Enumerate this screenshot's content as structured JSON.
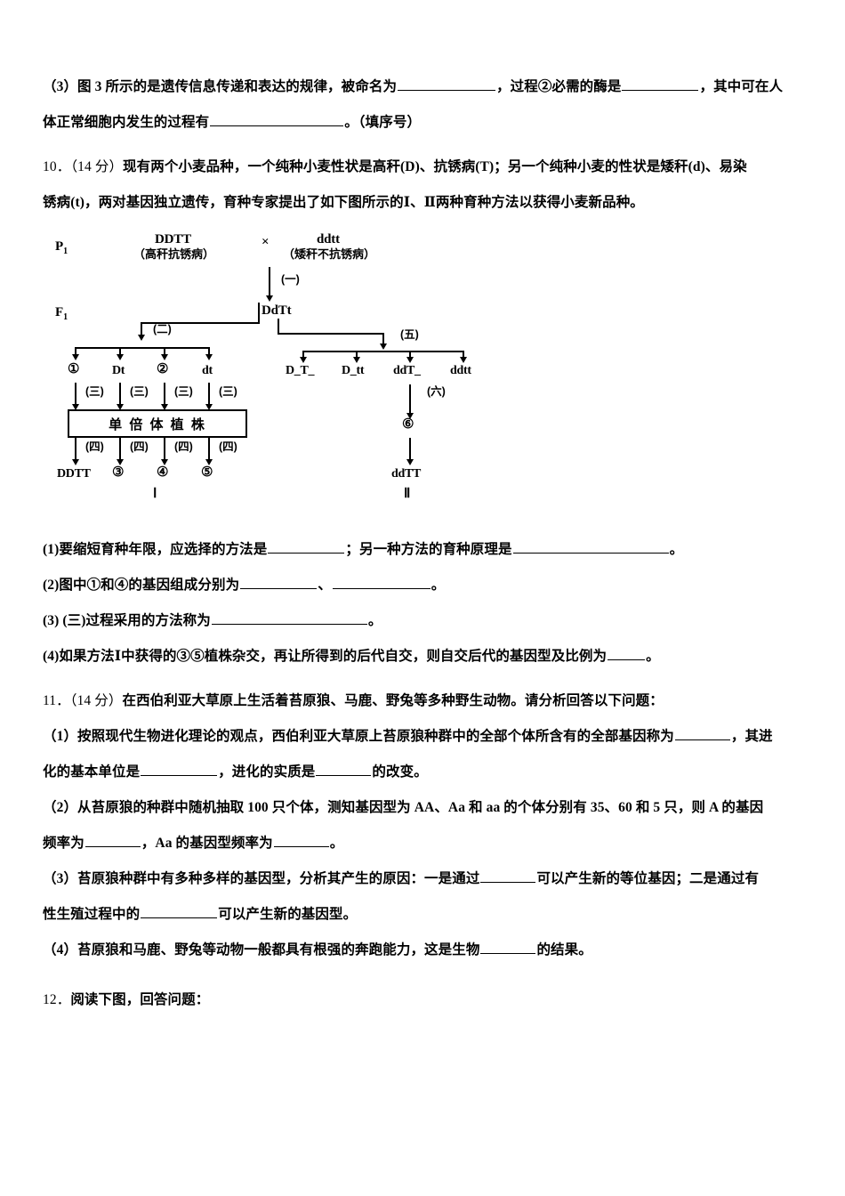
{
  "document": {
    "type": "exam-paper",
    "language": "zh-CN"
  },
  "q9": {
    "line1": "（3）图 3 所示的是遗传信息传递和表达的规律，被命名为",
    "line1b": "，过程②必需的酶是",
    "line1c": "，其中可在人",
    "line2": "体正常细胞内发生的过程有",
    "line2b": "。（填序号）"
  },
  "q10": {
    "number": "10．",
    "score": "（14 分）",
    "stem_a": "现有两个小麦品种，一个纯种小麦性状是高秆(D)、抗锈病(T)；另一个纯种小麦的性状是矮秆(d)、易染",
    "stem_b": "锈病(t)，两对基因独立遗传，育种专家提出了如下图所示的Ⅰ、Ⅱ两种育种方法以获得小麦新品种。",
    "diagram": {
      "p_label": "P",
      "p_sub": "1",
      "f_label": "F",
      "f_sub": "1",
      "parent_left_genotype": "DDTT",
      "parent_left_pheno": "（高秆抗锈病）",
      "cross_symbol": "×",
      "parent_right_genotype": "ddtt",
      "parent_right_pheno": "（矮秆不抗锈病）",
      "step_one": "(一)",
      "f1_genotype": "DdTt",
      "step_two": "(二)",
      "step_three": "(三)",
      "step_four": "(四)",
      "step_five": "(五)",
      "step_six": "(六)",
      "gametes": [
        "①",
        "Dt",
        "②",
        "dt"
      ],
      "haploid_box": "单 倍 体 植 株",
      "results_left": [
        "DDTT",
        "③",
        "④",
        "⑤"
      ],
      "offspring_right": [
        "D_T_",
        "D_tt",
        "ddT_",
        "ddtt"
      ],
      "circle_six": "⑥",
      "result_right": "ddTT",
      "method_left": "Ⅰ",
      "method_right": "Ⅱ"
    },
    "sub1a": "(1)要缩短育种年限，应选择的方法是",
    "sub1b": "；另一种方法的育种原理是",
    "sub1c": "。",
    "sub2a": "(2)图中①和④的基因组成分别为",
    "sub2b": "、",
    "sub2c": "。",
    "sub3a": "(3) (三)过程采用的方法称为",
    "sub3b": "。",
    "sub4a": "(4)如果方法Ⅰ中获得的③⑤植株杂交，再让所得到的后代自交，则自交后代的基因型及比例为",
    "sub4b": "。"
  },
  "q11": {
    "number": "11．",
    "score": "（14 分）",
    "stem": "在西伯利亚大草原上生活着苔原狼、马鹿、野兔等多种野生动物。请分析回答以下问题：",
    "sub1_a": "（1）按照现代生物进化理论的观点，西伯利亚大草原上苔原狼种群中的全部个体所含有的全部基因称为",
    "sub1_b": "，其进",
    "sub1_c": "化的基本单位是",
    "sub1_d": "，进化的实质是",
    "sub1_e": "的改变。",
    "sub2_a": "（2）从苔原狼的种群中随机抽取 100 只个体，测知基因型为 AA、Aa 和 aa 的个体分别有 35、60 和 5 只，则 A 的基因",
    "sub2_b": "频率为",
    "sub2_c": "，Aa 的基因型频率为",
    "sub2_d": "。",
    "sub3_a": "（3）苔原狼种群中有多种多样的基因型，分析其产生的原因：一是通过",
    "sub3_b": "可以产生新的等位基因；二是通过有",
    "sub3_c": "性生殖过程中的",
    "sub3_d": "可以产生新的基因型。",
    "sub4_a": "（4）苔原狼和马鹿、野兔等动物一般都具有根强的奔跑能力，这是生物",
    "sub4_b": "的结果。"
  },
  "q12": {
    "number": "12．",
    "text": "阅读下图，回答问题："
  }
}
